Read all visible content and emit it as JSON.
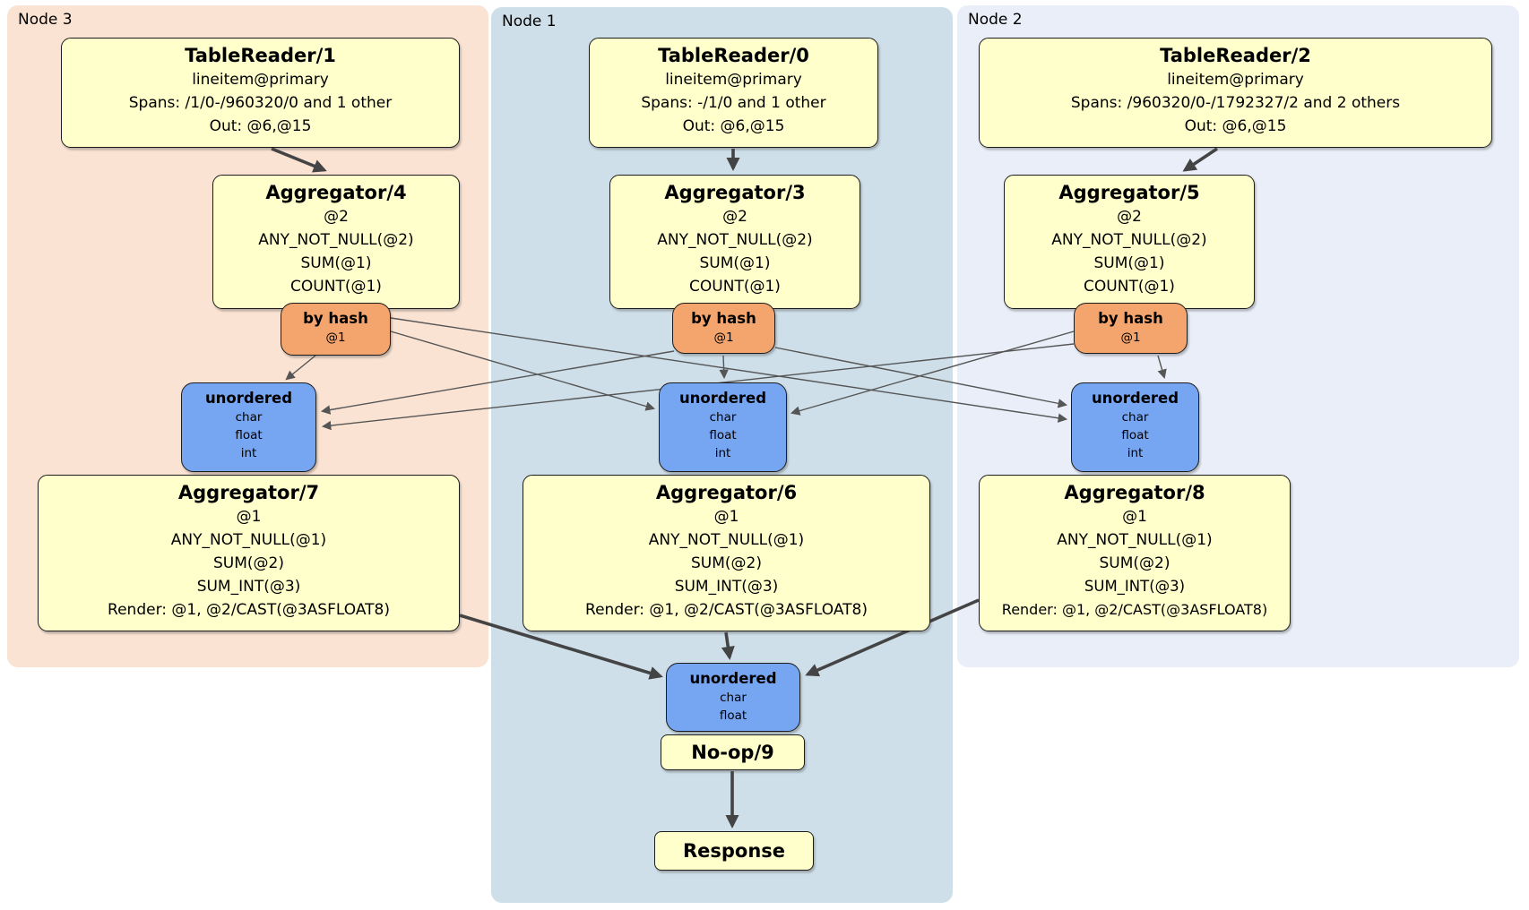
{
  "diagram_type": "distributed-sql-plan",
  "colors": {
    "node3_panel": "#fbe3d3",
    "node1_panel": "#cedfe9",
    "node2_panel": "#e9eef8",
    "processor_box": "#ffffcc",
    "router_box": "#f4a46d",
    "synchronizer_box": "#76a5f2",
    "edge": "#444444"
  },
  "panels": [
    {
      "label": "Node 3"
    },
    {
      "label": "Node 1"
    },
    {
      "label": "Node 2"
    }
  ],
  "boxes": {
    "tr1": {
      "title": "TableReader/1",
      "lines": [
        "lineitem@primary",
        "Spans: /1/0-/960320/0 and 1 other",
        "Out: @6,@15"
      ]
    },
    "tr0": {
      "title": "TableReader/0",
      "lines": [
        "lineitem@primary",
        "Spans: -/1/0 and 1 other",
        "Out: @6,@15"
      ]
    },
    "tr2": {
      "title": "TableReader/2",
      "lines": [
        "lineitem@primary",
        "Spans: /960320/0-/1792327/2 and 2 others",
        "Out: @6,@15"
      ]
    },
    "agg4": {
      "title": "Aggregator/4",
      "lines": [
        "@2",
        "ANY_NOT_NULL(@2)",
        "SUM(@1)",
        "COUNT(@1)"
      ]
    },
    "agg3": {
      "title": "Aggregator/3",
      "lines": [
        "@2",
        "ANY_NOT_NULL(@2)",
        "SUM(@1)",
        "COUNT(@1)"
      ]
    },
    "agg5": {
      "title": "Aggregator/5",
      "lines": [
        "@2",
        "ANY_NOT_NULL(@2)",
        "SUM(@1)",
        "COUNT(@1)"
      ]
    },
    "hash_l": {
      "title": "by hash",
      "lines": [
        "@1"
      ]
    },
    "hash_c": {
      "title": "by hash",
      "lines": [
        "@1"
      ]
    },
    "hash_r": {
      "title": "by hash",
      "lines": [
        "@1"
      ]
    },
    "sync_l": {
      "title": "unordered",
      "lines": [
        "char",
        "float",
        "int"
      ]
    },
    "sync_c": {
      "title": "unordered",
      "lines": [
        "char",
        "float",
        "int"
      ]
    },
    "sync_r": {
      "title": "unordered",
      "lines": [
        "char",
        "float",
        "int"
      ]
    },
    "agg7": {
      "title": "Aggregator/7",
      "lines": [
        "@1",
        "ANY_NOT_NULL(@1)",
        "SUM(@2)",
        "SUM_INT(@3)",
        "Render: @1, @2/CAST(@3ASFLOAT8)"
      ]
    },
    "agg6": {
      "title": "Aggregator/6",
      "lines": [
        "@1",
        "ANY_NOT_NULL(@1)",
        "SUM(@2)",
        "SUM_INT(@3)",
        "Render: @1, @2/CAST(@3ASFLOAT8)"
      ]
    },
    "agg8": {
      "title": "Aggregator/8",
      "lines": [
        "@1",
        "ANY_NOT_NULL(@1)",
        "SUM(@2)",
        "SUM_INT(@3)",
        "Render: @1, @2/CAST(@3ASFLOAT8)"
      ]
    },
    "sync_final": {
      "title": "unordered",
      "lines": [
        "char",
        "float"
      ]
    },
    "noop": {
      "title": "No-op/9"
    },
    "response": {
      "title": "Response"
    }
  }
}
